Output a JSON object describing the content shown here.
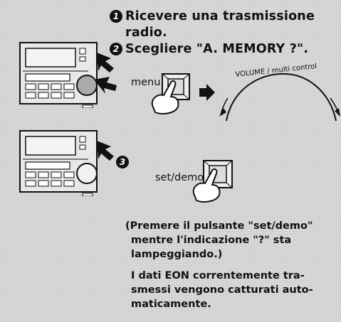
{
  "steps": [
    {
      "number": "1",
      "text_line1": "Ricevere una trasmissione",
      "text_line2": "radio."
    },
    {
      "number": "2",
      "text": "Scegliere \"A. MEMORY ?\"."
    },
    {
      "number": "3"
    }
  ],
  "buttons": {
    "menu_label": "menu",
    "setdemo_label": "set/demo"
  },
  "dial": {
    "label": "VOLUME / multi control"
  },
  "notes": {
    "press_line1": "(Premere il pulsante \"set/demo\"",
    "press_line2": "mentre l'indicazione \"?\" sta",
    "press_line3": "lampeggiando.)",
    "eon_line1": "I dati EON correntemente tra-",
    "eon_line2": "smessi vengono catturati auto-",
    "eon_line3": "maticamente."
  },
  "icons": [
    "stereo-unit-icon",
    "press-arrow-icon",
    "hand-press-icon",
    "right-arrow-icon",
    "volume-dial-icon"
  ]
}
